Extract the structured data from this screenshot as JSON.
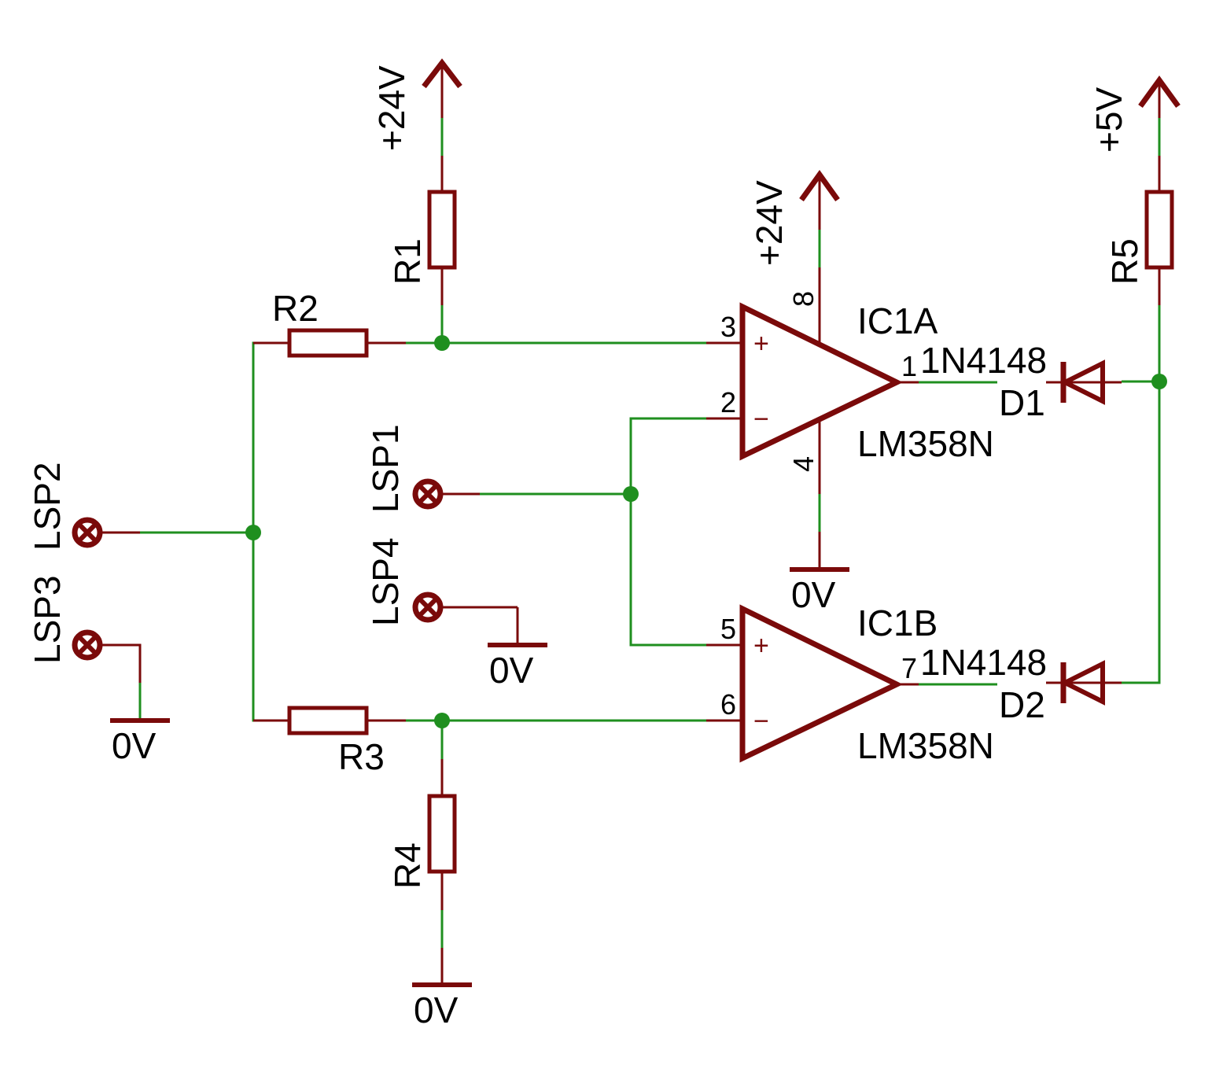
{
  "colors": {
    "wire": "#1f8f1f",
    "component": "#7a0a0a",
    "text": "#000000",
    "background": "#ffffff"
  },
  "supplies": {
    "r1_top": "+24V",
    "ic_supply": "+24V",
    "r5_top": "+5V"
  },
  "grounds": {
    "lsp3": "0V",
    "lsp4": "0V",
    "ic": "0V",
    "r4": "0V"
  },
  "resistors": {
    "r1": "R1",
    "r2": "R2",
    "r3": "R3",
    "r4": "R4",
    "r5": "R5"
  },
  "connectors": {
    "lsp1": "LSP1",
    "lsp2": "LSP2",
    "lsp3": "LSP3",
    "lsp4": "LSP4"
  },
  "opamps": {
    "a": {
      "name": "IC1A",
      "value": "LM358N",
      "pin_plus": "3",
      "pin_minus": "2",
      "pin_out": "1",
      "pin_vcc": "8",
      "pin_gnd": "4",
      "plus_sign": "+",
      "minus_sign": "−"
    },
    "b": {
      "name": "IC1B",
      "value": "LM358N",
      "pin_plus": "5",
      "pin_minus": "6",
      "pin_out": "7",
      "plus_sign": "+",
      "minus_sign": "−"
    }
  },
  "diodes": {
    "d1": {
      "name": "D1",
      "value": "1N4148"
    },
    "d2": {
      "name": "D2",
      "value": "1N4148"
    }
  },
  "icons": [
    "supply-arrow-icon",
    "ground-icon",
    "connector-pad-icon",
    "junction-dot-icon",
    "diode-icon",
    "opamp-icon",
    "resistor-icon"
  ]
}
